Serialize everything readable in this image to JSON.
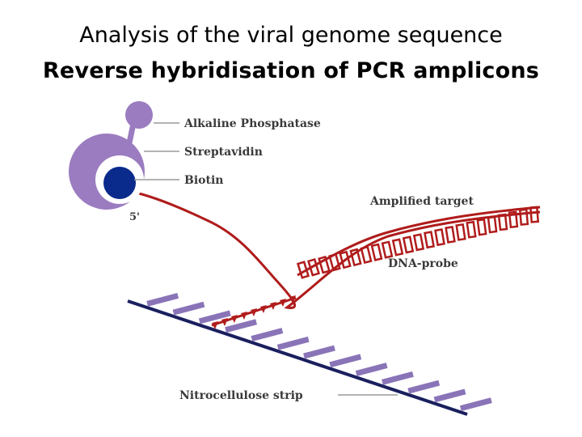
{
  "title": {
    "line1": "Analysis of the viral genome sequence",
    "line2": "Reverse hybridisation of PCR amplicons"
  },
  "labels": {
    "alkaline_phosphatase": "Alkaline Phosphatase",
    "streptavidin": "Streptavidin",
    "biotin": "Biotin",
    "five_prime": "5'",
    "amplified_target": "Amplified target",
    "dna_probe": "DNA-probe",
    "nitrocellulose_strip": "Nitrocellulose strip"
  },
  "colors": {
    "enzyme_purple": "#9b7cc0",
    "biotin_blue": "#0a2a8c",
    "strand_red": "#b01c1c",
    "strip_navy": "#1a1f5e",
    "strip_stripe": "#8a74b8",
    "leader_gray": "#9a9a9a"
  }
}
